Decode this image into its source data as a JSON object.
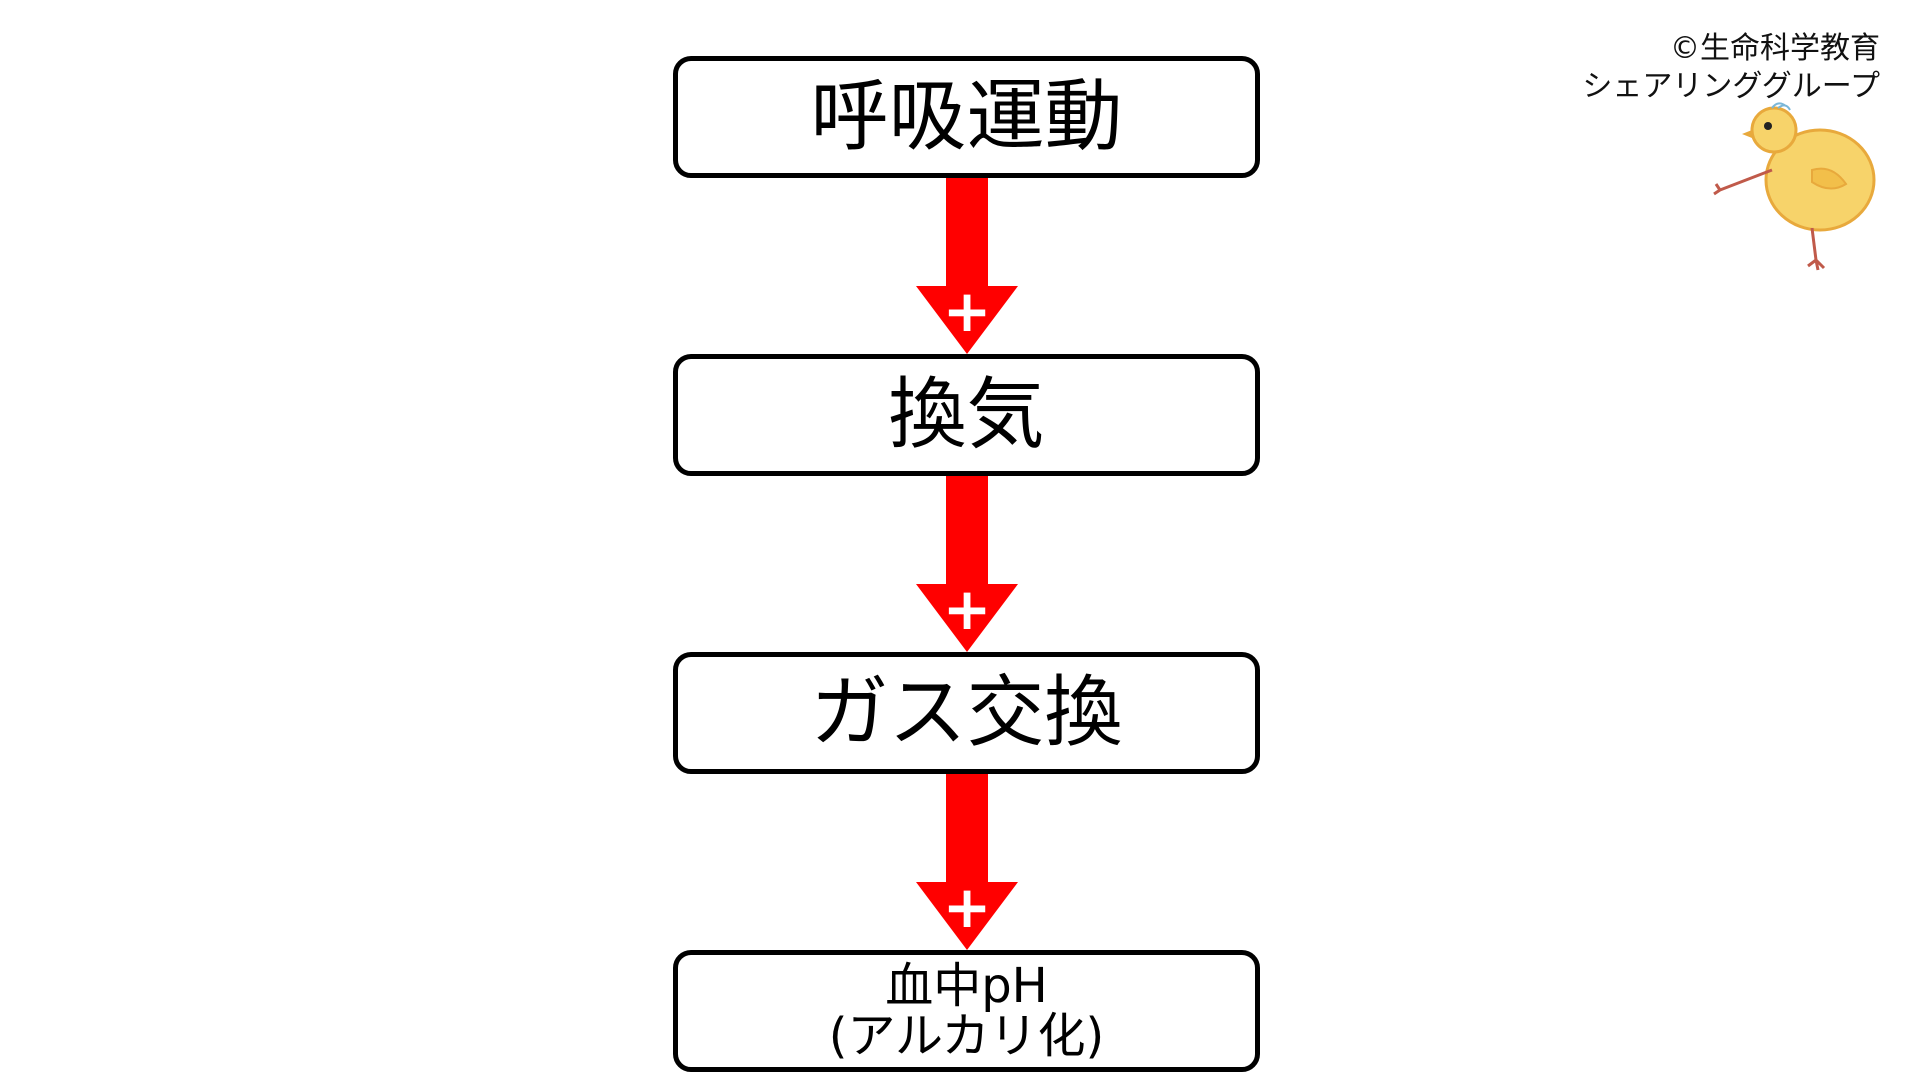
{
  "boxes": [
    {
      "label": "呼吸運動"
    },
    {
      "label": "換気"
    },
    {
      "label": "ガス交換"
    },
    {
      "label_line1": "血中pH",
      "label_line2": "(アルカリ化)"
    }
  ],
  "arrows": [
    {
      "sign": "+"
    },
    {
      "sign": "+"
    },
    {
      "sign": "+"
    }
  ],
  "colors": {
    "arrow": "#ff0000",
    "box_border": "#000000",
    "sign": "#ffffff"
  },
  "copyright": {
    "line1": "©生命科学教育",
    "line2": "シェアリンググループ"
  },
  "mascot": {
    "icon": "chick-mascot-icon"
  }
}
